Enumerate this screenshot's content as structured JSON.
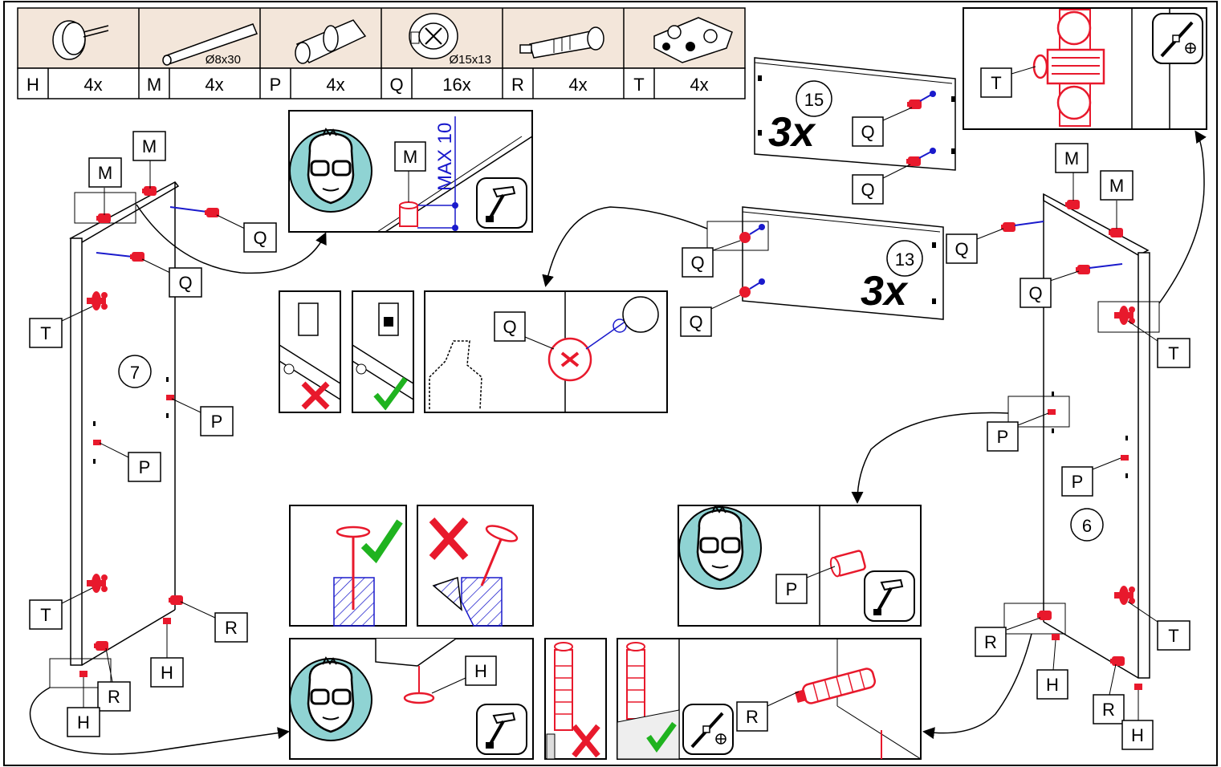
{
  "parts_table": {
    "items": [
      {
        "letter": "H",
        "qty": "4x",
        "dim": ""
      },
      {
        "letter": "M",
        "qty": "4x",
        "dim": "Ø8x30"
      },
      {
        "letter": "P",
        "qty": "4x",
        "dim": ""
      },
      {
        "letter": "Q",
        "qty": "16x",
        "dim": "Ø15x13"
      },
      {
        "letter": "R",
        "qty": "4x",
        "dim": ""
      },
      {
        "letter": "T",
        "qty": "4x",
        "dim": ""
      }
    ]
  },
  "boards": {
    "left_panel_number": "7",
    "right_panel_number": "6",
    "top_shelf_number": "15",
    "top_shelf_count": "3x",
    "mid_shelf_number": "13",
    "mid_shelf_count": "3x"
  },
  "callouts": {
    "M": "M",
    "Q": "Q",
    "T": "T",
    "P": "P",
    "R": "R",
    "H": "H",
    "max_text": "MAX 10"
  },
  "colors": {
    "hardware": "#e8192c",
    "dowel_line": "#1a1acc",
    "goggles_bg": "#8fd3d3",
    "table_fill": "#f3e6da",
    "check": "#1fb31f",
    "cross": "#e8192c"
  },
  "icons": [
    "safety-goggles-icon",
    "hammer-icon",
    "screwdriver-icon",
    "check-icon",
    "cross-icon"
  ]
}
